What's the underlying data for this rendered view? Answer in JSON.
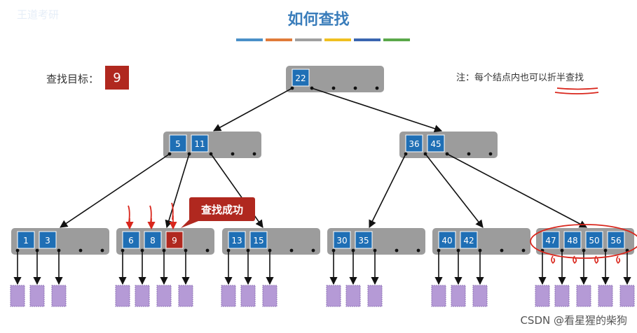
{
  "title": "如何查找",
  "watermark": "王道考研",
  "title_rule_colors": [
    "#4a90c8",
    "#e07b39",
    "#a0a0a0",
    "#f0c020",
    "#3a66b0",
    "#5aa84a"
  ],
  "search_target": {
    "label": "查找目标：",
    "value": "9"
  },
  "note": {
    "prefix": "注：每个结点内也可以",
    "emphasis": "折半查找"
  },
  "callout": "查找成功",
  "footer": "CSDN @看星猩的柴狗",
  "colors": {
    "key_fill": "#1f6fb5",
    "found_fill": "#b0281f",
    "node_fill": "#9c9c9c",
    "leaf_fill": "#b59ad6",
    "annotation": "#d9261c"
  },
  "tree": {
    "root": {
      "keys": [
        "22"
      ]
    },
    "level1": [
      {
        "keys": [
          "5",
          "11"
        ]
      },
      {
        "keys": [
          "36",
          "45"
        ]
      }
    ],
    "level2": [
      {
        "keys": [
          "1",
          "3"
        ]
      },
      {
        "keys": [
          "6",
          "8",
          "9"
        ],
        "found_key": "9"
      },
      {
        "keys": [
          "13",
          "15"
        ]
      },
      {
        "keys": [
          "30",
          "35"
        ]
      },
      {
        "keys": [
          "40",
          "42"
        ]
      },
      {
        "keys": [
          "47",
          "48",
          "50",
          "56"
        ]
      }
    ]
  }
}
